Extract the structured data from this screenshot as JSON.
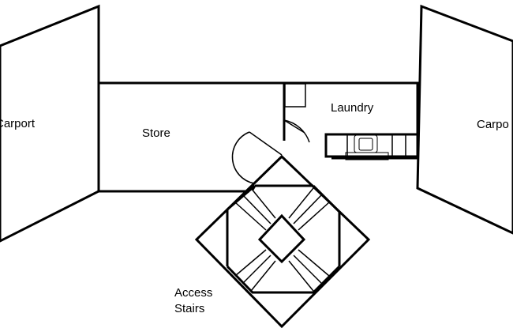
{
  "labels": {
    "carport_left": "Carport",
    "carport_right": "Carpo",
    "store": "Store",
    "laundry": "Laundry",
    "access_line1": "Access",
    "access_line2": "Stairs"
  },
  "colors": {
    "line": "#000000",
    "background": "#ffffff"
  }
}
